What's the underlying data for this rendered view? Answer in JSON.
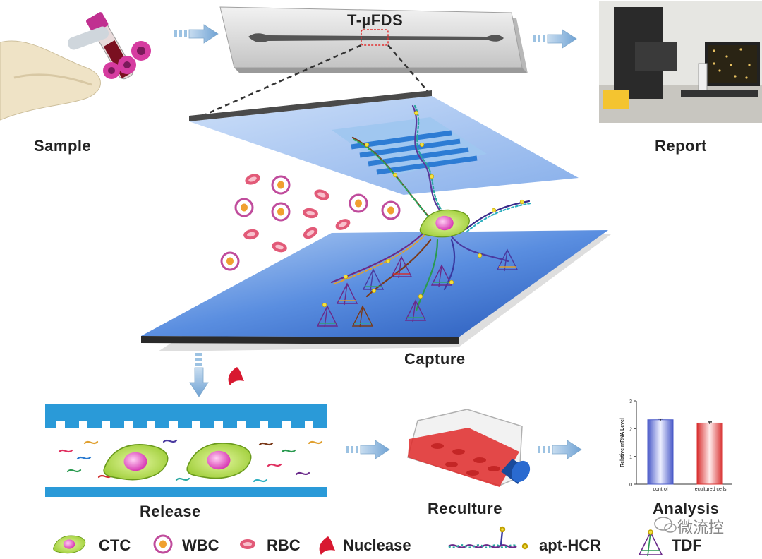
{
  "labels": {
    "sample": "Sample",
    "device": "T-µFDS",
    "report": "Report",
    "capture": "Capture",
    "release": "Release",
    "reculture": "Reculture",
    "analysis": "Analysis"
  },
  "legend": [
    {
      "key": "ctc",
      "label": "CTC"
    },
    {
      "key": "wbc",
      "label": "WBC"
    },
    {
      "key": "rbc",
      "label": "RBC"
    },
    {
      "key": "nuclease",
      "label": "Nuclease"
    },
    {
      "key": "apt_hcr",
      "label": "apt-HCR"
    },
    {
      "key": "tdf",
      "label": "TDF"
    }
  ],
  "watermark": "微流控",
  "colors": {
    "arrow": "#8fb8dc",
    "plate": "#3a78d6",
    "ctc_body": "#b6e04a",
    "ctc_nucleus": "#e85ac8",
    "wbc_ring": "#c85aa8",
    "wbc_core": "#f0a030",
    "rbc": "#e05070",
    "nuclease": "#d81830",
    "channel": "#2a9ad8",
    "flask_media": "#e02a2a"
  },
  "chart_data": {
    "type": "bar",
    "categories": [
      "control",
      "recultured cells"
    ],
    "values": [
      2.32,
      2.2
    ],
    "errors": [
      0.03,
      0.04
    ],
    "ylabel": "Relative mRNA Level",
    "ylim": [
      0,
      3
    ],
    "yticks": [
      0,
      1,
      2,
      3
    ],
    "colors": [
      "#4a5ac8",
      "#d83030"
    ]
  }
}
